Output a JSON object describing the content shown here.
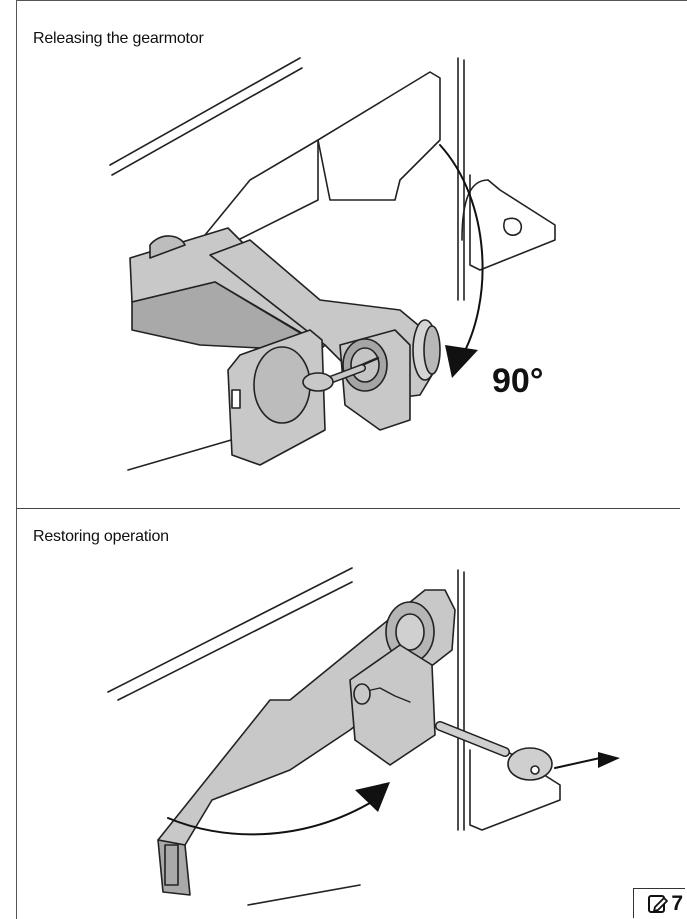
{
  "sections": [
    {
      "title": "Releasing the gearmotor",
      "annotation": "90°"
    },
    {
      "title": "Restoring operation"
    }
  ],
  "footer": {
    "page_number": "7",
    "icon": "pencil-note-icon"
  },
  "colors": {
    "housing": "#c8c8c8",
    "housing_dark": "#a9a9a9",
    "outline": "#222222",
    "arrow": "#111111"
  }
}
